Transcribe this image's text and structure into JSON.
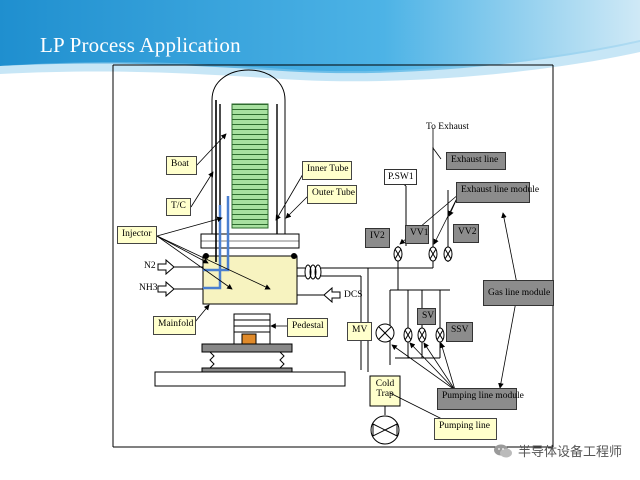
{
  "slide": {
    "title": "LP Process Application"
  },
  "labels": {
    "to_exhaust": "To Exhaust",
    "exhaust_line": "Exhaust  line",
    "psw1": "P.SW1",
    "exhaust_line_module": "Exhaust  line module",
    "iv2": "IV2",
    "vv1": "VV1",
    "vv2": "VV2",
    "gas_line_module": "Gas line  module",
    "sv": "SV",
    "ssv": "SSV",
    "mv": "MV",
    "cold_trap": "Cold Trap",
    "pumping_line_module": "Pumping  line  module",
    "pumping_line": "Pumping  line",
    "boat": "Boat",
    "tc": "T/C",
    "injector": "Injector",
    "inner_tube": "Inner  Tube",
    "outer_tube": "Outer Tube",
    "n2": "N2",
    "nh3": "NH3",
    "dcs": "DCS",
    "mainfold": "Mainfold",
    "pedestal": "Pedestal"
  },
  "watermark": {
    "text": "半导体设备工程师"
  },
  "colors": {
    "header_blue": "#2b9fd8",
    "label_yellow": "#ffffcc",
    "module_gray": "#8c8c8c",
    "boat_green": "#a8e0a0",
    "manifold_yellow": "#f7f3c0",
    "injector_blue": "#4a7fd0",
    "heater_orange": "#e08a2a"
  }
}
